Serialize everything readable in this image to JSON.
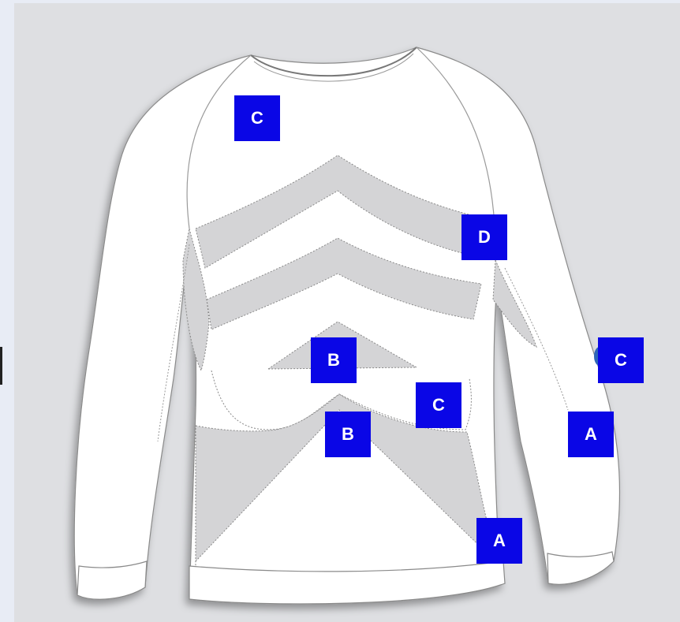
{
  "diagram": {
    "colors": {
      "label_bg": "#0a06e6",
      "label_text": "#ffffff",
      "shirt_fill": "#ffffff",
      "panel_fill": "#d4d4d6",
      "background": "#dedfe2"
    },
    "labels": [
      {
        "id": "c-chest",
        "text": "C"
      },
      {
        "id": "d-side",
        "text": "D"
      },
      {
        "id": "b-center",
        "text": "B"
      },
      {
        "id": "c-right-arm",
        "text": "C"
      },
      {
        "id": "c-waist",
        "text": "C"
      },
      {
        "id": "b-lower",
        "text": "B"
      },
      {
        "id": "a-forearm",
        "text": "A"
      },
      {
        "id": "a-hem",
        "text": "A"
      }
    ]
  }
}
